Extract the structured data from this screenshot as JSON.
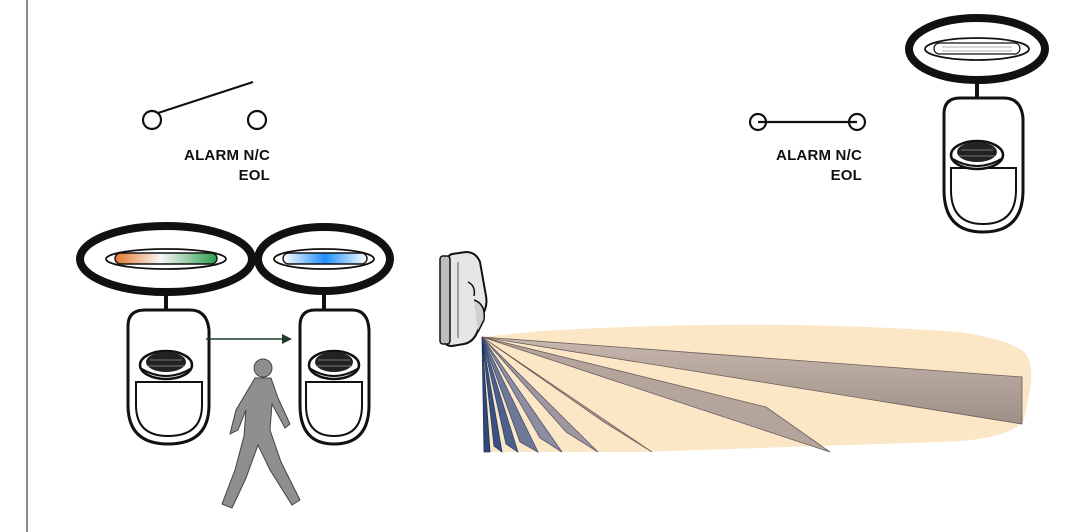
{
  "labels": {
    "left_state": {
      "line1": "ALARM N/C",
      "line2": "EOL"
    },
    "right_state": {
      "line1": "ALARM N/C",
      "line2": "EOL"
    }
  },
  "switch_states": {
    "left": "open",
    "right": "closed"
  },
  "led_indicators": [
    {
      "id": "left",
      "colors": [
        "#e3782c",
        "#ffffff",
        "#2e9e4e"
      ]
    },
    {
      "id": "middle",
      "colors": [
        "#ffffff",
        "#1e90ff",
        "#ffffff"
      ]
    },
    {
      "id": "right",
      "colors": [
        "#ffffff",
        "#ffffff",
        "#ffffff"
      ]
    }
  ],
  "colors": {
    "coverage_fill": "#fbe6c6",
    "beam_shade": "#b3a49c",
    "beam_dark": "#2f4878",
    "person": "#8f8f8f",
    "arrow": "#1f3d2c"
  },
  "icons": [
    "pir-detector",
    "person-walking",
    "side-view-detector",
    "coverage-pattern"
  ]
}
